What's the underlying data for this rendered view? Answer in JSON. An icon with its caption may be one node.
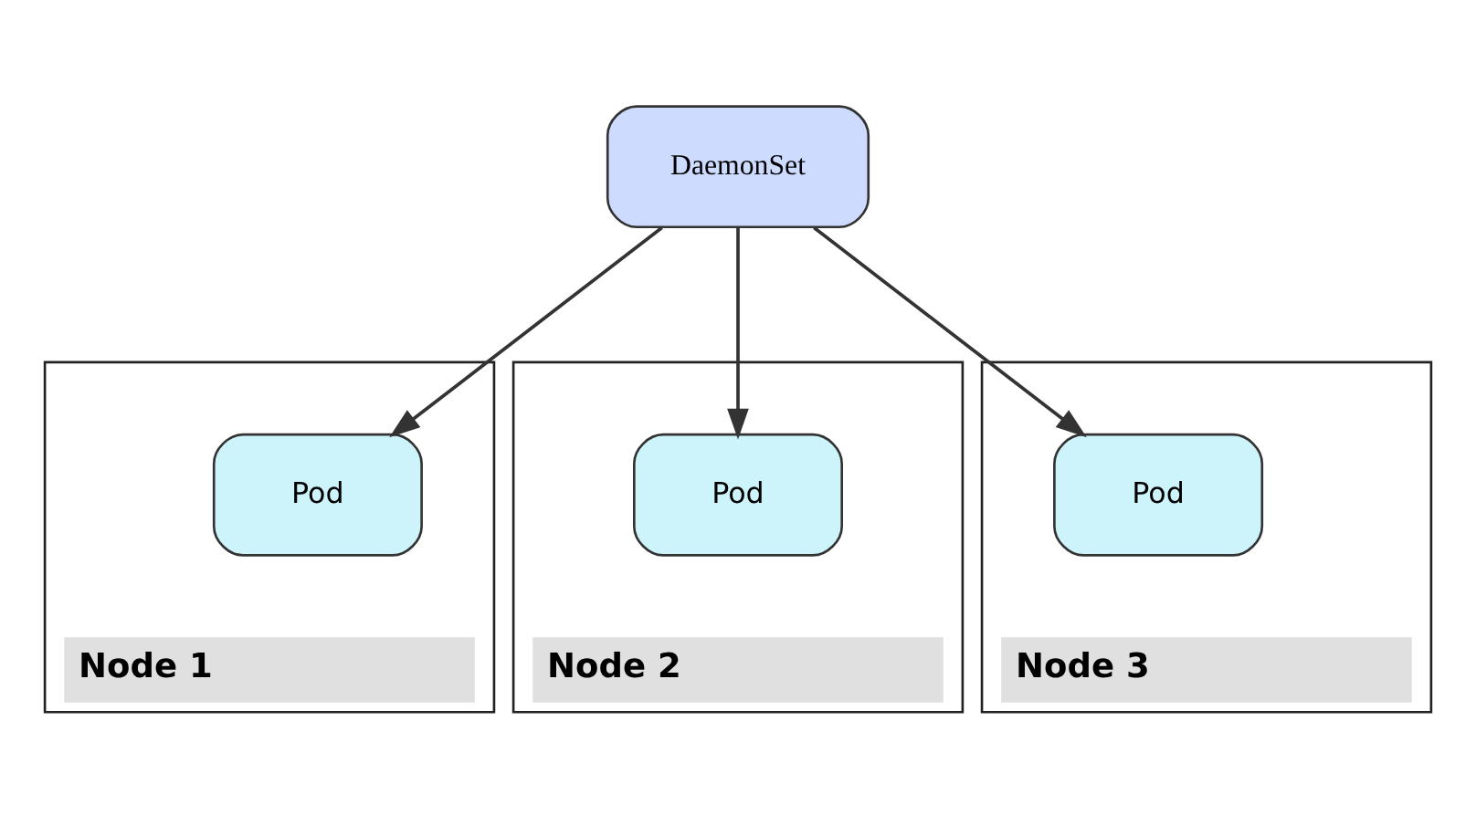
{
  "diagram": {
    "nodes": [
      {
        "text": [
          "DaemonSet"
        ]
      },
      {
        "text": [
          "Node 1"
        ]
      },
      {
        "text": [
          "Pod"
        ],
        "in": 1
      },
      {
        "text": [
          "Node 2"
        ]
      },
      {
        "text": [
          "Pod"
        ],
        "in": 3
      },
      {
        "text": [
          "Node 3"
        ]
      },
      {
        "text": [
          "Pod"
        ],
        "in": 5
      }
    ],
    "edges": [
      {
        "from": 0,
        "to": 2,
        "arrow": "to"
      },
      {
        "from": 0,
        "to": 4,
        "arrow": "to"
      },
      {
        "from": 0,
        "to": 6,
        "arrow": "to"
      }
    ]
  }
}
